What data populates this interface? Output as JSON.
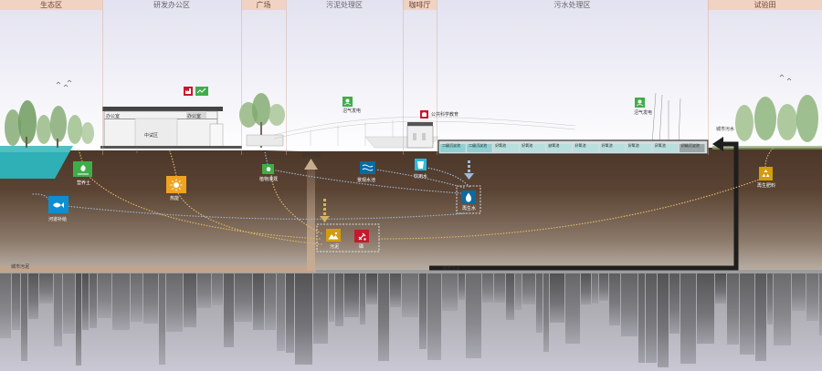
{
  "zones": [
    {
      "id": "eco",
      "label": "生态区",
      "style": "accent"
    },
    {
      "id": "rnd",
      "label": "研发办公区",
      "style": "plain"
    },
    {
      "id": "plaza",
      "label": "广场",
      "style": "accent"
    },
    {
      "id": "sludge",
      "label": "污泥处理区",
      "style": "plain"
    },
    {
      "id": "cafe",
      "label": "咖啡厅",
      "style": "accent"
    },
    {
      "id": "sewage",
      "label": "污水处理区",
      "style": "plain"
    },
    {
      "id": "field",
      "label": "试验田",
      "style": "accent"
    }
  ],
  "buildings": {
    "office_room_1": "办公室",
    "office_room_2": "办公室",
    "lab_room": "中试区"
  },
  "callouts": {
    "biogas_power_left": "沼气发电",
    "science_education": "公共科学教育",
    "biogas_power_right": "沼气发电",
    "city_sewage_plant": "城市污水",
    "city_sludge": "城市污泥",
    "city_sewage_pipe": "城市污水",
    "city_sludge_inlet": "城市污泥"
  },
  "tanks": [
    "二级沉淀池",
    "二级沉淀池",
    "好氧池",
    "好氧池",
    "缺氧池",
    "好氧池",
    "好氧池",
    "好氧池",
    "厌氧池",
    "初级沉淀池"
  ],
  "resource_nodes": {
    "nutrient_soil": "营养土",
    "river_supply": "河道补给",
    "heat_energy": "热能",
    "plant_irrigation": "植物灌溉",
    "landscape_water": "景观水池",
    "drinking_water": "饮用水",
    "reclaimed_water": "再生水",
    "sludge": "污泥",
    "phosphorus": "磷",
    "recycled_fertilizer": "再生肥料"
  },
  "colors": {
    "sky_top": "#e3e2f0",
    "sky_bottom": "#ffffff",
    "soil_top": "#4b3628",
    "soil_bottom": "#a89a8c",
    "zone_accent": "#f0d3c3",
    "water": "#2fb0b6",
    "sdg_green": "#3fae49",
    "sdg_orange": "#f0a31f",
    "sdg_blue": "#0c8fd0",
    "sdg_navy": "#0a6aa1",
    "sdg_red": "#c5192d",
    "sdg_gold": "#d19d0d",
    "sdg_dark_red": "#a21942",
    "sewage_pipe": "#1e1e1e",
    "sludge_pipe": "#c2a48c",
    "flow_dots": "#9bb6d6",
    "flow_dots_warm": "#e0b86a"
  }
}
